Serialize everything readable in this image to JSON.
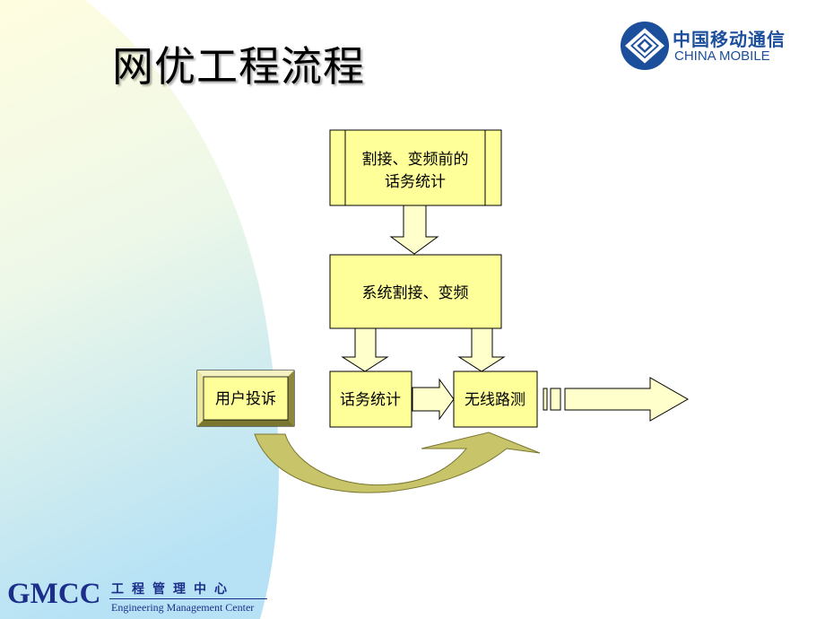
{
  "slide": {
    "title": "网优工程流程"
  },
  "logo": {
    "name_cn": "中国移动通信",
    "name_en": "CHINA MOBILE",
    "color": "#1b4f9c"
  },
  "diagram": {
    "nodes": {
      "pre_stats": {
        "line1": "割接、变频前的",
        "line2": "话务统计"
      },
      "system_cutover": {
        "label": "系统割接、变频"
      },
      "user_complaint": {
        "label": "用户投诉"
      },
      "traffic_stats": {
        "label": "话务统计"
      },
      "drive_test": {
        "label": "无线路测"
      }
    },
    "colors": {
      "box_fill": "#ffff99",
      "arrow_fill": "#ffffcc",
      "curve_fill": "#c8c46a"
    }
  },
  "footer": {
    "brand": "GMCC",
    "name_cn": "工程管理中心",
    "name_en": "Engineering Management Center"
  },
  "background": {
    "wave_color": "#c9ecf7",
    "wave_highlight": "#fdfde0"
  }
}
